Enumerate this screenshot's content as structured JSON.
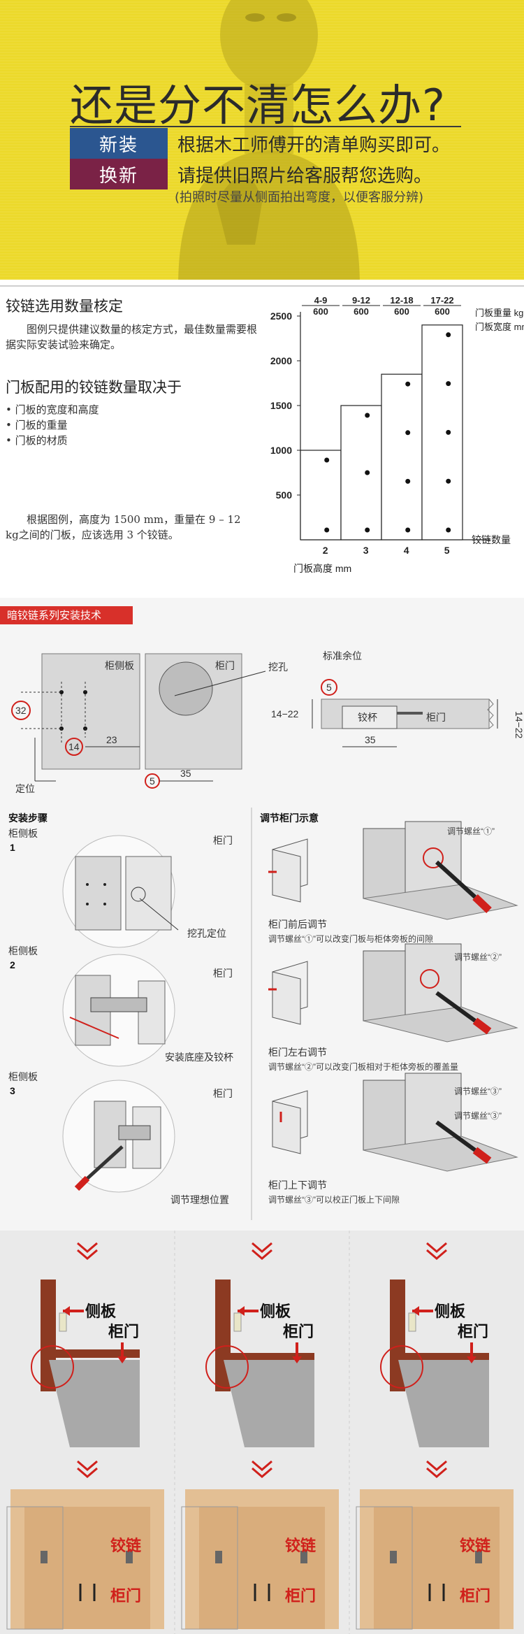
{
  "banner": {
    "title": "还是分不清怎么办?",
    "new_tag": "新装",
    "new_text": "根据木工师傅开的清单购买即可。",
    "renew_tag": "换新",
    "renew_text": "请提供旧照片给客服帮您选购。",
    "note": "(拍照时尽量从侧面拍出弯度，以便客服分辨)",
    "colors": {
      "background": "#ecd92a",
      "new": "#2b5690",
      "renew": "#7a2246"
    }
  },
  "count": {
    "heading": "铰链选用数量核定",
    "intro": "图例只提供建议数量的核定方式，最佳数量需要根据实际安装试验来确定。",
    "factors_heading": "门板配用的铰链数量取决于",
    "factors": [
      "门板的宽度和高度",
      "门板的重量",
      "门板的材质"
    ],
    "example": "根据图例，高度为 1500 mm，重量在 9 – 12 kg之间的门板，应该选用 3 个铰链。"
  },
  "chart_data": {
    "type": "bar",
    "categories": [
      "2",
      "3",
      "4",
      "5"
    ],
    "values": [
      1000,
      1500,
      1850,
      2400
    ],
    "hinge_points": [
      2,
      3,
      4,
      5
    ],
    "weight_labels": [
      "4-9",
      "9-12",
      "12-18",
      "17-22"
    ],
    "width_labels": [
      "600",
      "600",
      "600",
      "600"
    ],
    "yticks": [
      500,
      1000,
      1500,
      2000,
      2500
    ],
    "ylim": [
      0,
      2500
    ],
    "ylabel": "门板高度 mm",
    "xlabel": "铰链数量",
    "weight_axis_label": "门板重量 kg",
    "width_axis_label": "门板宽度 mm"
  },
  "install": {
    "section_title": "暗铰链系列安装技术",
    "top": {
      "cabinet_side": "柜侧板",
      "door": "柜门",
      "hole": "挖孔",
      "margin": "标准余位",
      "locate": "定位",
      "cup": "铰杯",
      "door_small": "柜门",
      "dim_32": "32",
      "dim_14": "14",
      "dim_23": "23",
      "dim_5": "5",
      "dim_35": "35",
      "dim_5b": "5",
      "dim_14_22": "14−22",
      "dim_35b": "35",
      "dim_14_22r": "14−22"
    },
    "steps": {
      "heading": "安装步骤",
      "s1": "1",
      "s2": "2",
      "s3": "3",
      "cabinet_side": "柜侧板",
      "door": "柜门",
      "step1_caption": "挖孔定位",
      "step2_caption": "安装底座及铰杯",
      "step3_caption": "调节理想位置"
    },
    "adjust": {
      "heading": "调节柜门示意",
      "t1": "柜门前后调节",
      "d1": "调节螺丝“①”可以改变门板与柜体旁板的间隙",
      "t2": "柜门左右调节",
      "d2": "调节螺丝“②”可以改变门板相对于柜体旁板的覆盖量",
      "t3": "柜门上下调节",
      "d3": "调节螺丝“③”可以校正门板上下间隙",
      "screw1": "调节螺丝“①”",
      "screw2": "调节螺丝“②”",
      "screw3a": "调节螺丝“③”",
      "screw3b": "调节螺丝“③”"
    }
  },
  "photos": {
    "panels": [
      {
        "side": "侧板",
        "door": "柜门",
        "hinge": "铰链",
        "door2": "柜门"
      },
      {
        "side": "侧板",
        "door": "柜门",
        "hinge": "铰链",
        "door2": "柜门"
      },
      {
        "side": "侧板",
        "door": "柜门",
        "hinge": "铰链",
        "door2": "柜门"
      }
    ]
  }
}
